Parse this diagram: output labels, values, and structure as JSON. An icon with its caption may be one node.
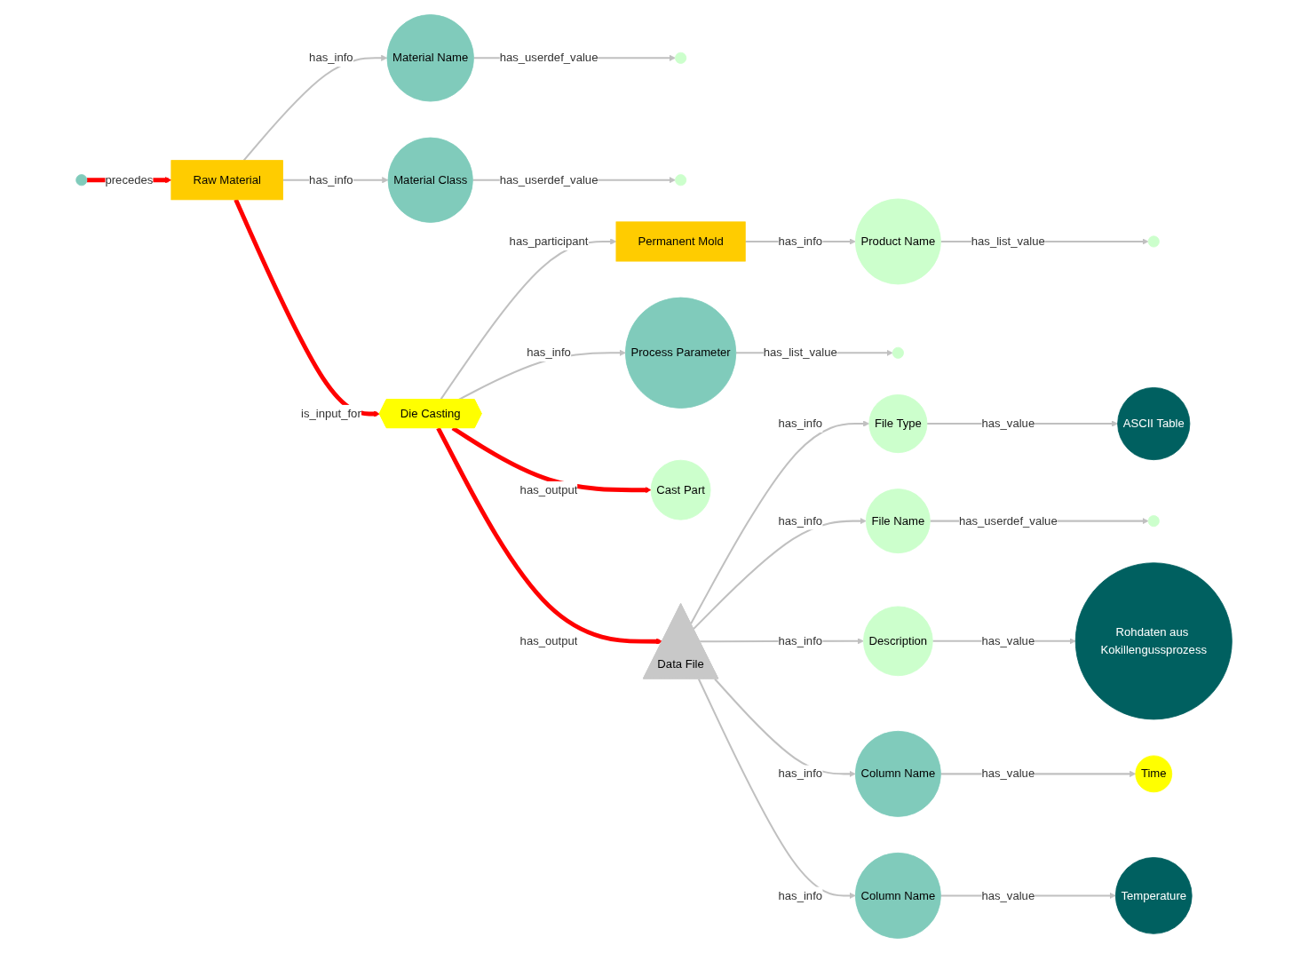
{
  "diagram": {
    "nodes": [
      {
        "text": [],
        "shape": "circle"
      },
      {
        "text": [
          "Raw Material"
        ]
      },
      {
        "text": [
          "Material Name"
        ]
      },
      {
        "text": [],
        "shape": "circle"
      },
      {
        "text": [
          "Material Class"
        ]
      },
      {
        "text": [],
        "shape": "circle"
      },
      {
        "text": [
          "Permanent Mold"
        ]
      },
      {
        "text": [
          "Product Name"
        ]
      },
      {
        "text": [],
        "shape": "circle"
      },
      {
        "text": [
          "Die Casting"
        ]
      },
      {
        "text": [
          "Process Parameter"
        ]
      },
      {
        "text": [],
        "shape": "circle"
      },
      {
        "text": [
          "Cast Part"
        ]
      },
      {
        "text": [
          "Data File"
        ]
      },
      {
        "text": [
          "File Type"
        ]
      },
      {
        "text": [
          "ASCII Table"
        ]
      },
      {
        "text": [
          "File Name"
        ]
      },
      {
        "text": [],
        "shape": "circle"
      },
      {
        "text": [
          "Description"
        ]
      },
      {
        "text": [
          "Rohdaten aus Kokillengussprozess"
        ]
      },
      {
        "text": [
          "Column Name"
        ]
      },
      {
        "text": [
          "Time"
        ]
      },
      {
        "text": [
          "Column Name"
        ]
      },
      {
        "text": [
          "Temperature"
        ]
      }
    ],
    "edges": [
      {
        "from": 0,
        "to": 1,
        "arrow": "to",
        "label": "precedes",
        "style": "thick",
        "color": "#ff0000"
      },
      {
        "from": 1,
        "to": 2,
        "arrow": "to",
        "label": "has_info"
      },
      {
        "from": 2,
        "to": 3,
        "arrow": "to",
        "label": "has_userdef_value"
      },
      {
        "from": 1,
        "to": 4,
        "arrow": "to",
        "label": "has_info"
      },
      {
        "from": 4,
        "to": 5,
        "arrow": "to",
        "label": "has_userdef_value"
      },
      {
        "from": 1,
        "to": 9,
        "arrow": "to",
        "label": "is_input_for",
        "style": "thick",
        "color": "#ff0000"
      },
      {
        "from": 9,
        "to": 6,
        "arrow": "to",
        "label": "has_participant"
      },
      {
        "from": 6,
        "to": 7,
        "arrow": "to",
        "label": "has_info"
      },
      {
        "from": 7,
        "to": 8,
        "arrow": "to",
        "label": "has_list_value"
      },
      {
        "from": 9,
        "to": 10,
        "arrow": "to",
        "label": "has_info"
      },
      {
        "from": 10,
        "to": 11,
        "arrow": "to",
        "label": "has_list_value"
      },
      {
        "from": 9,
        "to": 12,
        "arrow": "to",
        "label": "has_output",
        "style": "thick",
        "color": "#ff0000"
      },
      {
        "from": 9,
        "to": 13,
        "arrow": "to",
        "label": "has_output",
        "style": "thick",
        "color": "#ff0000"
      },
      {
        "from": 13,
        "to": 14,
        "arrow": "to",
        "label": "has_info"
      },
      {
        "from": 14,
        "to": 15,
        "arrow": "to",
        "label": "has_value"
      },
      {
        "from": 13,
        "to": 16,
        "arrow": "to",
        "label": "has_info"
      },
      {
        "from": 16,
        "to": 17,
        "arrow": "to",
        "label": "has_userdef_value"
      },
      {
        "from": 13,
        "to": 18,
        "arrow": "to",
        "label": "has_info"
      },
      {
        "from": 18,
        "to": 19,
        "arrow": "to",
        "label": "has_value"
      },
      {
        "from": 13,
        "to": 20,
        "arrow": "to",
        "label": "has_info"
      },
      {
        "from": 20,
        "to": 21,
        "arrow": "to",
        "label": "has_value"
      },
      {
        "from": 13,
        "to": 22,
        "arrow": "to",
        "label": "has_info"
      },
      {
        "from": 22,
        "to": 23,
        "arrow": "to",
        "label": "has_value"
      }
    ]
  }
}
